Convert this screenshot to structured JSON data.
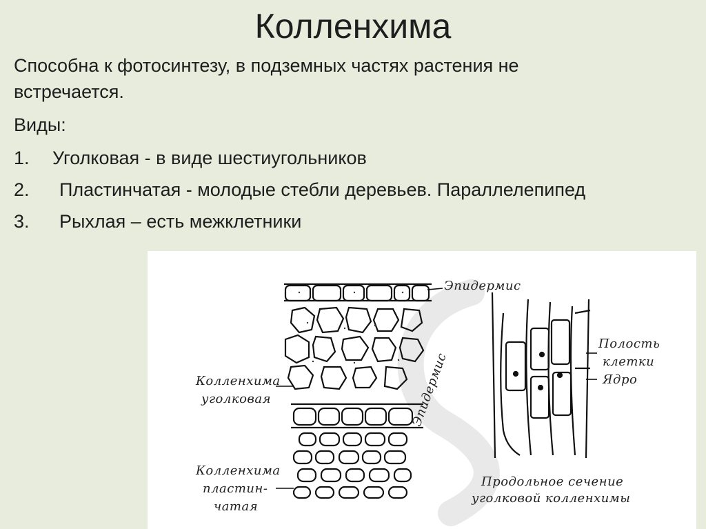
{
  "slide": {
    "title": "Колленхима",
    "intro_line1": "Способна к фотосинтезу, в подземных частях растения не",
    "intro_line2": "встречается.",
    "kinds_heading": "Виды:",
    "list": [
      {
        "num": "1.",
        "text": "Уголковая - в виде шестиугольников"
      },
      {
        "num": "2.",
        "text": "Пластинчатая - молодые стебли деревьев. Параллелепипед"
      },
      {
        "num": "3.",
        "text": "Рыхлая – есть межклетники"
      }
    ]
  },
  "figure": {
    "labels": {
      "epidermis_top": "Эпидермис",
      "epidermis_rotated": "Эпидермис",
      "angular_1": "Колленхима",
      "angular_2": "уголковая",
      "lamellar_1": "Колленхима",
      "lamellar_2": "пластин-",
      "lamellar_3": "чатая",
      "cavity_1": "Полость",
      "cavity_2": "клетки",
      "nucleus": "Ядро",
      "longitudinal_1": "Продольное сечение",
      "longitudinal_2": "уголковой колленхимы"
    }
  }
}
